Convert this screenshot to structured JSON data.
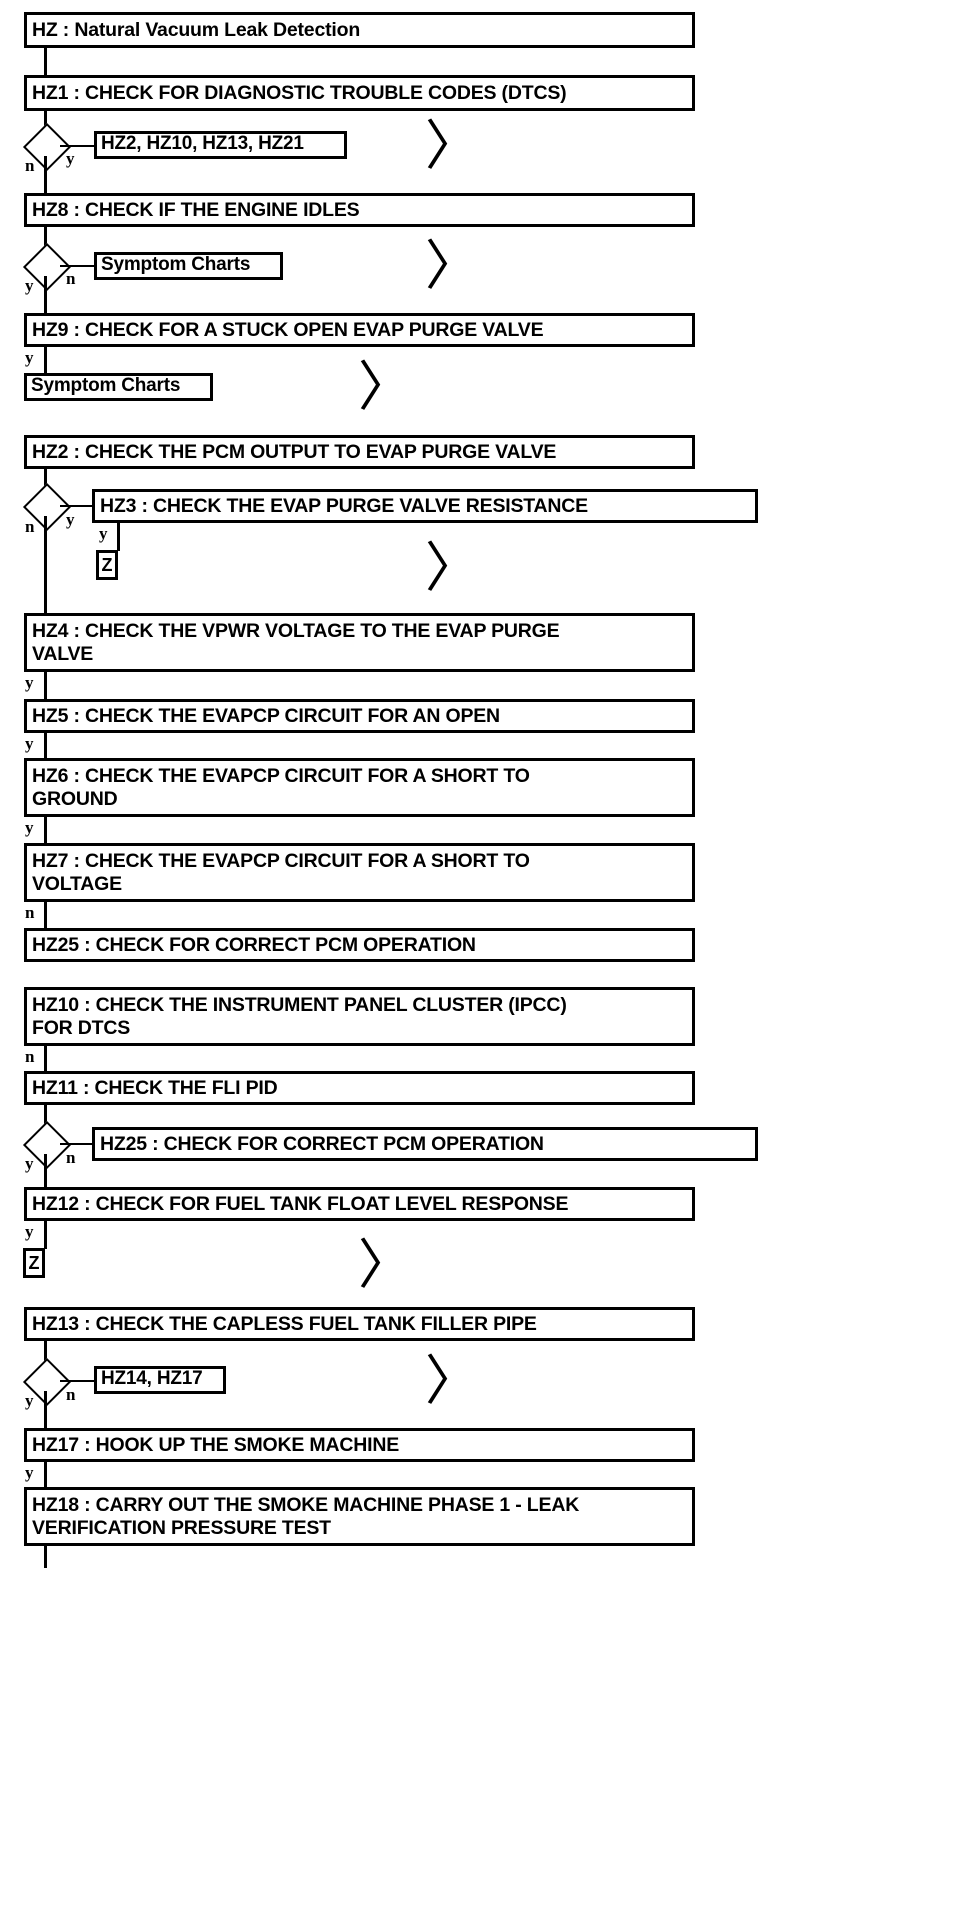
{
  "diagram": {
    "title": "HZ : Natural Vacuum Leak Detection",
    "type": "flowchart",
    "nodes": {
      "hz_root": "HZ : Natural Vacuum Leak Detection",
      "hz1": "HZ1 : CHECK FOR DIAGNOSTIC TROUBLE CODES (DTCS)",
      "ref_hz2_list": "HZ2, HZ10, HZ13, HZ21",
      "hz8": "HZ8 : CHECK IF THE ENGINE IDLES",
      "ref_symptom_1": "Symptom Charts",
      "hz9": "HZ9 : CHECK FOR A STUCK OPEN EVAP PURGE VALVE",
      "ref_symptom_2": "Symptom Charts",
      "hz2": "HZ2 : CHECK THE PCM OUTPUT TO EVAP PURGE VALVE",
      "hz3": "HZ3 : CHECK THE EVAP PURGE VALVE RESISTANCE",
      "z_after_hz3": "Z",
      "hz4": "HZ4 : CHECK THE VPWR VOLTAGE TO THE EVAP PURGE\nVALVE",
      "hz5": "HZ5 : CHECK THE EVAPCP CIRCUIT FOR AN OPEN",
      "hz6": "HZ6 : CHECK THE EVAPCP CIRCUIT FOR A SHORT TO\nGROUND",
      "hz7": "HZ7 : CHECK THE EVAPCP CIRCUIT FOR A SHORT TO\nVOLTAGE",
      "hz25_a": "HZ25 : CHECK FOR CORRECT PCM OPERATION",
      "hz10": "HZ10 : CHECK THE INSTRUMENT PANEL CLUSTER (IPCC)\nFOR DTCS",
      "hz11": "HZ11 : CHECK THE FLI PID",
      "hz25_b": "HZ25 : CHECK FOR CORRECT PCM OPERATION",
      "hz12": "HZ12 : CHECK FOR FUEL TANK FLOAT LEVEL RESPONSE",
      "z_after_hz12": "Z",
      "hz13": "HZ13 : CHECK THE CAPLESS FUEL TANK FILLER PIPE",
      "ref_hz14_hz17": "HZ14, HZ17",
      "hz17": "HZ17 : HOOK UP THE SMOKE MACHINE",
      "hz18": "HZ18 : CARRY OUT THE SMOKE MACHINE PHASE 1 - LEAK\nVERIFICATION PRESSURE TEST"
    },
    "branch_labels": {
      "hz1_no": "n",
      "hz1_yes": "y",
      "hz8_yes": "y",
      "hz8_no": "n",
      "hz9_yes": "y",
      "hz2_no": "n",
      "hz2_yes": "y",
      "hz3_yes": "y",
      "hz4_yes": "y",
      "hz5_yes": "y",
      "hz6_yes": "y",
      "hz7_no": "n",
      "hz10_no": "n",
      "hz11_yes": "y",
      "hz11_no": "n",
      "hz12_yes": "y",
      "hz13_yes": "y",
      "hz13_no": "n",
      "hz17_yes": "y"
    },
    "offpage_marker": "〉",
    "colors": {
      "stroke": "#000000",
      "fill": "#ffffff"
    }
  }
}
